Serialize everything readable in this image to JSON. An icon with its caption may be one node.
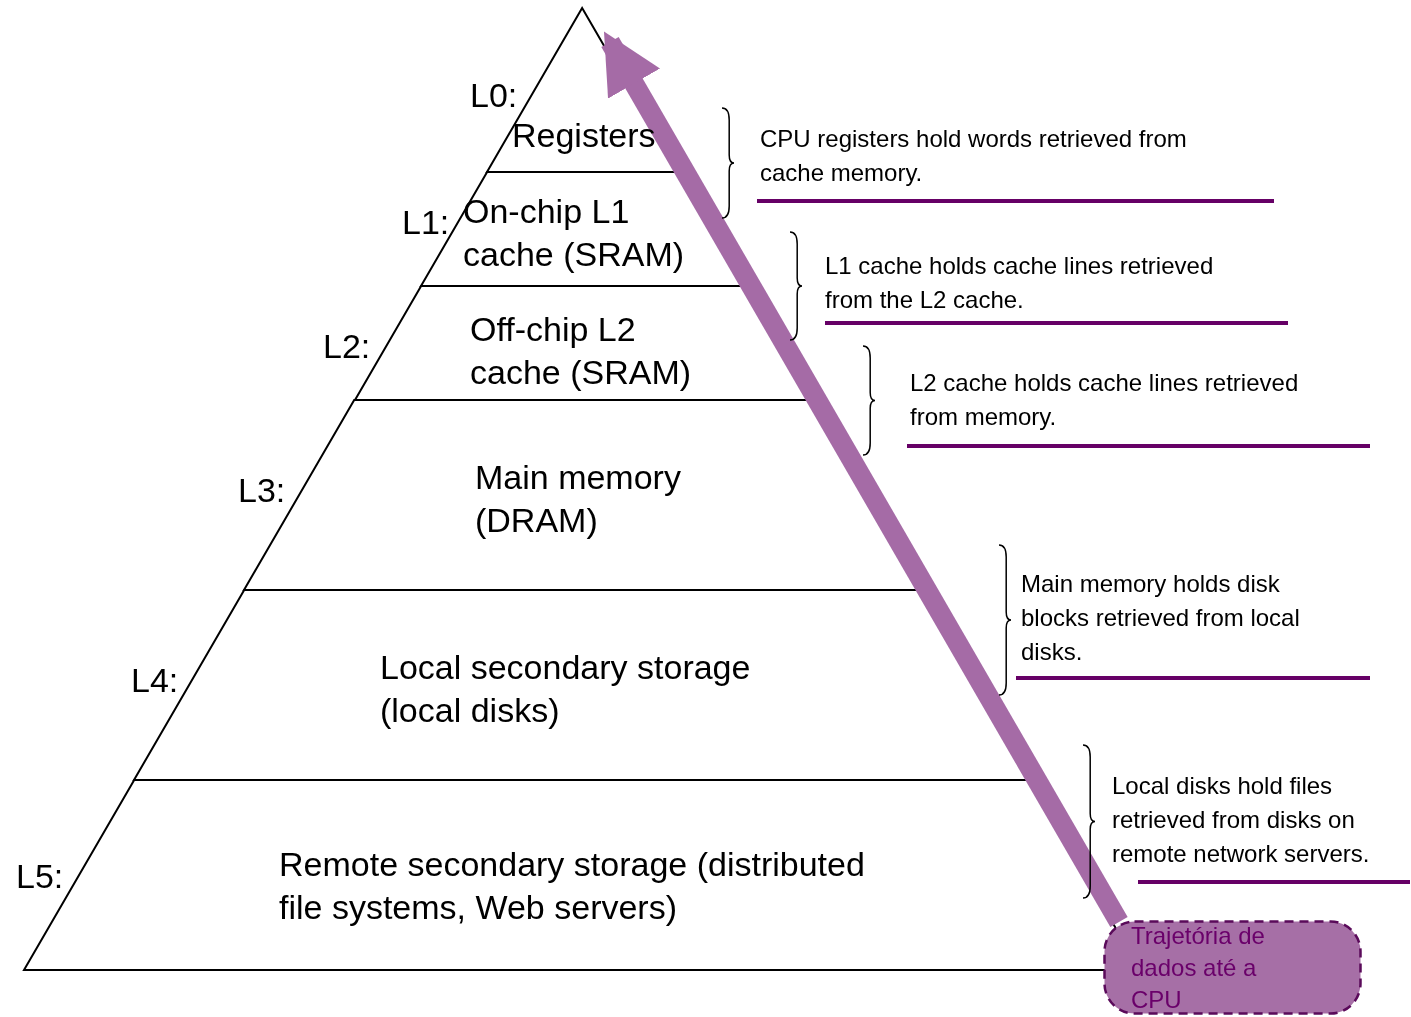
{
  "diagram": {
    "nodes": [
      {
        "text": [
          "Registers"
        ],
        "beside": [
          "L0:"
        ]
      },
      {
        "text": [
          "On-chip L1 cache (SRAM)"
        ],
        "beside": [
          "L1:"
        ]
      },
      {
        "text": [
          "Off-chip L2 cache (SRAM)"
        ],
        "beside": [
          "L2:"
        ]
      },
      {
        "text": [
          "Main memory (DRAM)"
        ],
        "beside": [
          "L3:"
        ]
      },
      {
        "text": [
          "Local secondary storage (local disks)"
        ],
        "beside": [
          "L4:"
        ]
      },
      {
        "text": [
          "Remote secondary storage (distributed file systems, Web servers)"
        ],
        "beside": [
          "L5:"
        ]
      },
      {
        "text": [
          "Trajetória de dados até a CPU"
        ]
      }
    ],
    "edges": [
      {
        "from": 6,
        "to": 0,
        "arrow": "to",
        "color": "#a56ba6"
      }
    ],
    "labels": [
      "CPU registers hold words retrieved from cache memory.",
      "L1 cache holds cache lines retrieved from the L2 cache.",
      "L2 cache holds cache lines retrieved from memory.",
      "Main memory holds disk blocks retrieved from local disks.",
      "Local disks hold files retrieved from disks on remote network servers."
    ]
  }
}
